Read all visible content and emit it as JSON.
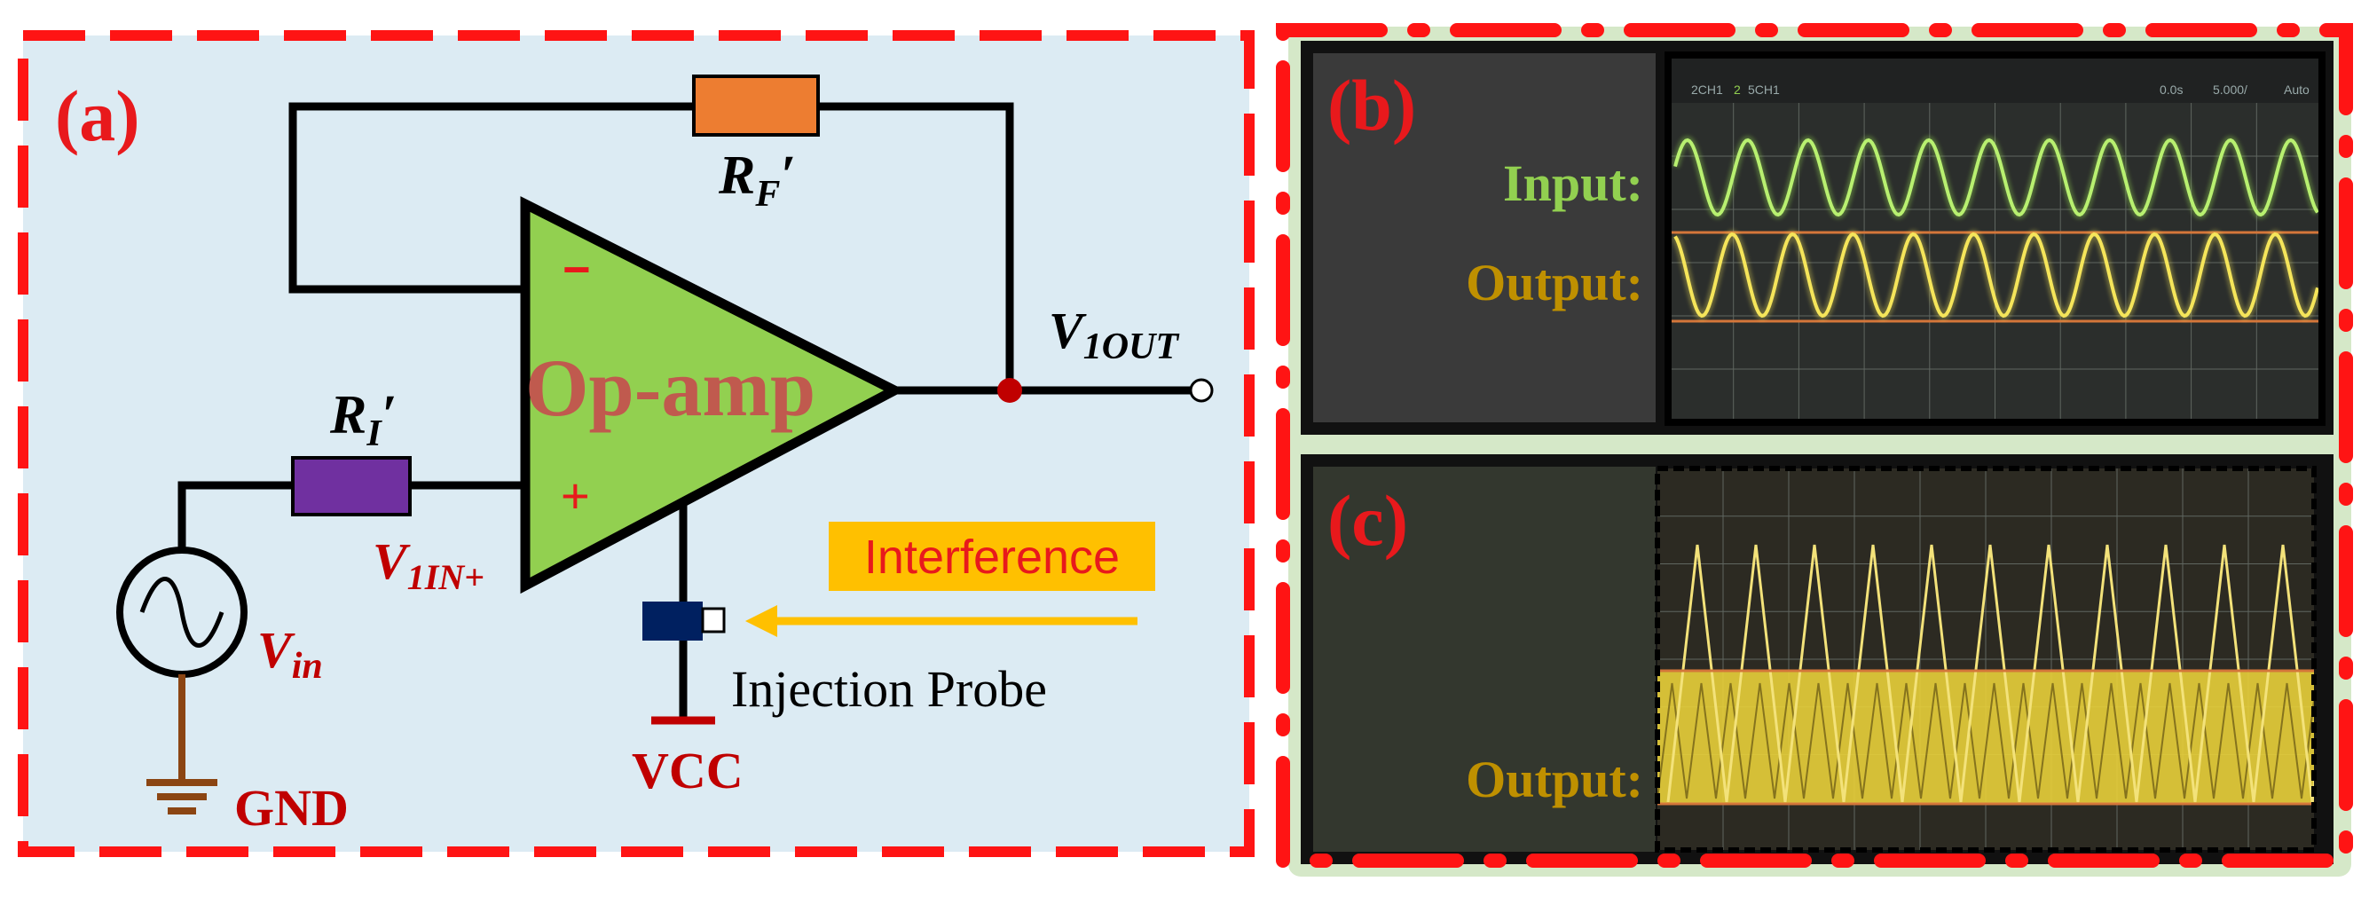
{
  "panel_a": {
    "label": "(a)",
    "opamp_label": "Op-amp",
    "minus_sign": "−",
    "plus_sign": "+",
    "rf_label": "R",
    "rf_sub": "F",
    "rf_prime": "′",
    "ri_label": "R",
    "ri_sub": "I",
    "ri_prime": "′",
    "vout_main": "V",
    "vout_sub": "1OUT",
    "vin_plus_main": "V",
    "vin_plus_sub": "1IN+",
    "vin_main": "V",
    "vin_sub": "in",
    "gnd_label": "GND",
    "vcc_label": "VCC",
    "interference_label": "Interference",
    "probe_label": "Injection Probe"
  },
  "panel_b": {
    "label": "(b)",
    "input_label": "Input:",
    "output_label": "Output:",
    "scope_header": [
      "2CH1",
      "2",
      "5CH1",
      "0.0s",
      "5.000/",
      "Auto"
    ]
  },
  "panel_c": {
    "label": "(c)",
    "output_label": "Output:"
  },
  "colors": {
    "panel_a_bg": "#dcebf3",
    "dash_red": "#ff1414",
    "label_red": "#e8191c",
    "opamp_fill": "#92d050",
    "opamp_text": "#c05a4e",
    "rf_fill": "#ed7d31",
    "ri_fill": "#7030a0",
    "probe_fill": "#002060",
    "arrow": "#ffc000",
    "input_green": "#92d050",
    "output_gold": "#bf9000",
    "panel_dark": "#3a3a3a",
    "panel_dark_c": "#33372e",
    "gnd_brown": "#8b4513",
    "wave_green": "#b8f070",
    "wave_yellow": "#f5e55a",
    "junction_red": "#c00000"
  }
}
